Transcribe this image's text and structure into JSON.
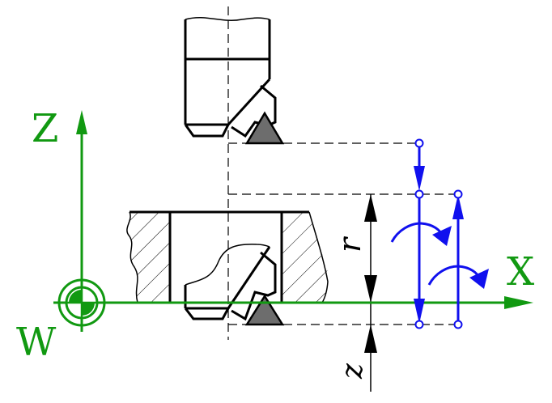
{
  "labels": {
    "z_axis": "Z",
    "x_axis": "X",
    "w_marker": "W",
    "r_dimension": "r",
    "z_dimension": "z"
  },
  "colors": {
    "axis_green": "#119911",
    "motion_blue": "#1010ee",
    "outline_black": "#000000",
    "insert_gray": "#6d6d6d"
  },
  "icons": {
    "origin_marker": "workpiece-zero-icon",
    "hatching": "section-hatch-pattern"
  }
}
